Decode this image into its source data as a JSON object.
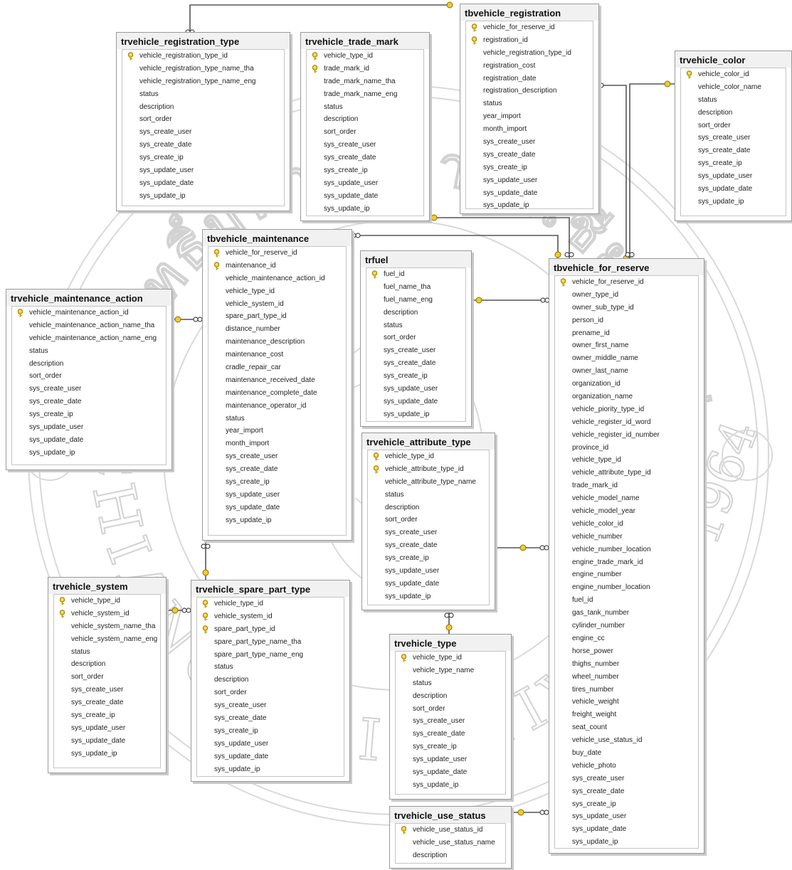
{
  "watermark": {
    "arc_top": "ลิขสิทธิ์มหาวิทยาลัยเชียงใหม่",
    "arc_bottom": "CHIANG MAI UNIVERSITY",
    "year": "1964"
  },
  "tables": [
    {
      "id": "trvehicle_registration_type",
      "title": "trvehicle_registration_type",
      "columns": [
        {
          "name": "vehicle_registration_type_id",
          "pk": true
        },
        {
          "name": "vehicle_registration_type_name_tha"
        },
        {
          "name": "vehicle_registration_type_name_eng"
        },
        {
          "name": "status"
        },
        {
          "name": "description"
        },
        {
          "name": "sort_order"
        },
        {
          "name": "sys_create_user"
        },
        {
          "name": "sys_create_date"
        },
        {
          "name": "sys_create_ip"
        },
        {
          "name": "sys_update_user"
        },
        {
          "name": "sys_update_date"
        },
        {
          "name": "sys_update_ip"
        }
      ]
    },
    {
      "id": "trvehicle_trade_mark",
      "title": "trvehicle_trade_mark",
      "columns": [
        {
          "name": "vehicle_type_id",
          "pk": true
        },
        {
          "name": "trade_mark_id",
          "pk": true
        },
        {
          "name": "trade_mark_name_tha"
        },
        {
          "name": "trade_mark_name_eng"
        },
        {
          "name": "status"
        },
        {
          "name": "description"
        },
        {
          "name": "sort_order"
        },
        {
          "name": "sys_create_user"
        },
        {
          "name": "sys_create_date"
        },
        {
          "name": "sys_create_ip"
        },
        {
          "name": "sys_update_user"
        },
        {
          "name": "sys_update_date"
        },
        {
          "name": "sys_update_ip"
        }
      ]
    },
    {
      "id": "tbvehicle_registration",
      "title": "tbvehicle_registration",
      "columns": [
        {
          "name": "vehicle_for_reserve_id",
          "pk": true
        },
        {
          "name": "registration_id",
          "pk": true
        },
        {
          "name": "vehicle_registration_type_id"
        },
        {
          "name": "registration_cost"
        },
        {
          "name": "registration_date"
        },
        {
          "name": "registration_description"
        },
        {
          "name": "status"
        },
        {
          "name": "year_import"
        },
        {
          "name": "month_import"
        },
        {
          "name": "sys_create_user"
        },
        {
          "name": "sys_create_date"
        },
        {
          "name": "sys_create_ip"
        },
        {
          "name": "sys_update_user"
        },
        {
          "name": "sys_update_date"
        },
        {
          "name": "sys_update_ip"
        }
      ]
    },
    {
      "id": "trvehicle_color",
      "title": "trvehicle_color",
      "columns": [
        {
          "name": "vehicle_color_id",
          "pk": true
        },
        {
          "name": "vehicle_color_name"
        },
        {
          "name": "status"
        },
        {
          "name": "description"
        },
        {
          "name": "sort_order"
        },
        {
          "name": "sys_create_user"
        },
        {
          "name": "sys_create_date"
        },
        {
          "name": "sys_create_ip"
        },
        {
          "name": "sys_update_user"
        },
        {
          "name": "sys_update_date"
        },
        {
          "name": "sys_update_ip"
        }
      ]
    },
    {
      "id": "tbvehicle_maintenance",
      "title": "tbvehicle_maintenance",
      "columns": [
        {
          "name": "vehicle_for_reserve_id",
          "pk": true
        },
        {
          "name": "maintenance_id",
          "pk": true
        },
        {
          "name": "vehicle_maintenance_action_id"
        },
        {
          "name": "vehicle_type_id"
        },
        {
          "name": "vehicle_system_id"
        },
        {
          "name": "spare_part_type_id"
        },
        {
          "name": "distance_number"
        },
        {
          "name": "maintenance_description"
        },
        {
          "name": "maintenance_cost"
        },
        {
          "name": "cradle_repair_car"
        },
        {
          "name": "maintenance_received_date"
        },
        {
          "name": "maintenance_complete_date"
        },
        {
          "name": "maintenance_operator_id"
        },
        {
          "name": "status"
        },
        {
          "name": "year_import"
        },
        {
          "name": "month_import"
        },
        {
          "name": "sys_create_user"
        },
        {
          "name": "sys_create_date"
        },
        {
          "name": "sys_create_ip"
        },
        {
          "name": "sys_update_user"
        },
        {
          "name": "sys_update_date"
        },
        {
          "name": "sys_update_ip"
        }
      ]
    },
    {
      "id": "trfuel",
      "title": "trfuel",
      "columns": [
        {
          "name": "fuel_id",
          "pk": true
        },
        {
          "name": "fuel_name_tha"
        },
        {
          "name": "fuel_name_eng"
        },
        {
          "name": "description"
        },
        {
          "name": "status"
        },
        {
          "name": "sort_order"
        },
        {
          "name": "sys_create_user"
        },
        {
          "name": "sys_create_date"
        },
        {
          "name": "sys_create_ip"
        },
        {
          "name": "sys_update_user"
        },
        {
          "name": "sys_update_date"
        },
        {
          "name": "sys_update_ip"
        }
      ]
    },
    {
      "id": "tbvehicle_for_reserve",
      "title": "tbvehicle_for_reserve",
      "columns": [
        {
          "name": "vehicle_for_reserve_id",
          "pk": true
        },
        {
          "name": "owner_type_id"
        },
        {
          "name": "owner_sub_type_id"
        },
        {
          "name": "person_id"
        },
        {
          "name": "prename_id"
        },
        {
          "name": "owner_first_name"
        },
        {
          "name": "owner_middle_name"
        },
        {
          "name": "owner_last_name"
        },
        {
          "name": "organization_id"
        },
        {
          "name": "organization_name"
        },
        {
          "name": "vehicle_piority_type_id"
        },
        {
          "name": "vehicle_register_id_word"
        },
        {
          "name": "vehicle_register_id_number"
        },
        {
          "name": "province_id"
        },
        {
          "name": "vehicle_type_id"
        },
        {
          "name": "vehicle_attribute_type_id"
        },
        {
          "name": "trade_mark_id"
        },
        {
          "name": "vehicle_model_name"
        },
        {
          "name": "vehicle_model_year"
        },
        {
          "name": "vehicle_color_id"
        },
        {
          "name": "vehicle_number"
        },
        {
          "name": "vehicle_number_location"
        },
        {
          "name": "engine_trade_mark_id"
        },
        {
          "name": "engine_number"
        },
        {
          "name": "engine_number_location"
        },
        {
          "name": "fuel_id"
        },
        {
          "name": "gas_tank_number"
        },
        {
          "name": "cylinder_number"
        },
        {
          "name": "engine_cc"
        },
        {
          "name": "horse_power"
        },
        {
          "name": "thighs_number"
        },
        {
          "name": "wheel_number"
        },
        {
          "name": "tires_number"
        },
        {
          "name": "vehicle_weight"
        },
        {
          "name": "freight_weight"
        },
        {
          "name": "seat_count"
        },
        {
          "name": "vehicle_use_status_id"
        },
        {
          "name": "buy_date"
        },
        {
          "name": "vehicle_photo"
        },
        {
          "name": "sys_create_user"
        },
        {
          "name": "sys_create_date"
        },
        {
          "name": "sys_create_ip"
        },
        {
          "name": "sys_update_user"
        },
        {
          "name": "sys_update_date"
        },
        {
          "name": "sys_update_ip"
        }
      ]
    },
    {
      "id": "trvehicle_maintenance_action",
      "title": "trvehicle_maintenance_action",
      "columns": [
        {
          "name": "vehicle_maintenance_action_id",
          "pk": true
        },
        {
          "name": "vehicle_maintenance_action_name_tha"
        },
        {
          "name": "vehicle_maintenance_action_name_eng"
        },
        {
          "name": "status"
        },
        {
          "name": "description"
        },
        {
          "name": "sort_order"
        },
        {
          "name": "sys_create_user"
        },
        {
          "name": "sys_create_date"
        },
        {
          "name": "sys_create_ip"
        },
        {
          "name": "sys_update_user"
        },
        {
          "name": "sys_update_date"
        },
        {
          "name": "sys_update_ip"
        }
      ]
    },
    {
      "id": "trvehicle_attribute_type",
      "title": "trvehicle_attribute_type",
      "columns": [
        {
          "name": "vehicle_type_id",
          "pk": true
        },
        {
          "name": "vehicle_attribute_type_id",
          "pk": true
        },
        {
          "name": "vehicle_attribute_type_name"
        },
        {
          "name": "status"
        },
        {
          "name": "description"
        },
        {
          "name": "sort_order"
        },
        {
          "name": "sys_create_user"
        },
        {
          "name": "sys_create_date"
        },
        {
          "name": "sys_create_ip"
        },
        {
          "name": "sys_update_user"
        },
        {
          "name": "sys_update_date"
        },
        {
          "name": "sys_update_ip"
        }
      ]
    },
    {
      "id": "trvehicle_system",
      "title": "trvehicle_system",
      "columns": [
        {
          "name": "vehicle_type_id",
          "pk": true
        },
        {
          "name": "vehicle_system_id",
          "pk": true
        },
        {
          "name": "vehicle_system_name_tha"
        },
        {
          "name": "vehicle_system_name_eng"
        },
        {
          "name": "status"
        },
        {
          "name": "description"
        },
        {
          "name": "sort_order"
        },
        {
          "name": "sys_create_user"
        },
        {
          "name": "sys_create_date"
        },
        {
          "name": "sys_create_ip"
        },
        {
          "name": "sys_update_user"
        },
        {
          "name": "sys_update_date"
        },
        {
          "name": "sys_update_ip"
        }
      ]
    },
    {
      "id": "trvehicle_spare_part_type",
      "title": "trvehicle_spare_part_type",
      "columns": [
        {
          "name": "vehicle_type_id",
          "pk": true
        },
        {
          "name": "vehicle_system_id",
          "pk": true
        },
        {
          "name": "spare_part_type_id",
          "pk": true
        },
        {
          "name": "spare_part_type_name_tha"
        },
        {
          "name": "spare_part_type_name_eng"
        },
        {
          "name": "status"
        },
        {
          "name": "description"
        },
        {
          "name": "sort_order"
        },
        {
          "name": "sys_create_user"
        },
        {
          "name": "sys_create_date"
        },
        {
          "name": "sys_create_ip"
        },
        {
          "name": "sys_update_user"
        },
        {
          "name": "sys_update_date"
        },
        {
          "name": "sys_update_ip"
        }
      ]
    },
    {
      "id": "trvehicle_type",
      "title": "trvehicle_type",
      "columns": [
        {
          "name": "vehicle_type_id",
          "pk": true
        },
        {
          "name": "vehicle_type_name"
        },
        {
          "name": "status"
        },
        {
          "name": "description"
        },
        {
          "name": "sort_order"
        },
        {
          "name": "sys_create_user"
        },
        {
          "name": "sys_create_date"
        },
        {
          "name": "sys_create_ip"
        },
        {
          "name": "sys_update_user"
        },
        {
          "name": "sys_update_date"
        },
        {
          "name": "sys_update_ip"
        }
      ]
    },
    {
      "id": "trvehicle_use_status",
      "title": "trvehicle_use_status",
      "columns": [
        {
          "name": "vehicle_use_status_id",
          "pk": true
        },
        {
          "name": "vehicle_use_status_name"
        },
        {
          "name": "description"
        }
      ]
    }
  ]
}
